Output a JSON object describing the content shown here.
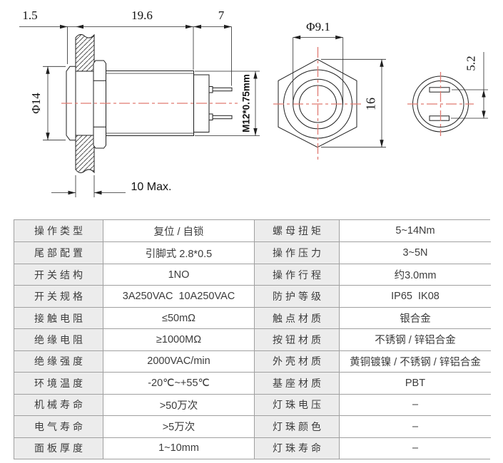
{
  "drawing": {
    "side_view": {
      "front_protrusion": "1.5",
      "body_length": "19.6",
      "pin_length": "7",
      "head_diameter": "Φ14",
      "thread_spec": "M12*0.75mm",
      "panel_thickness": "10 Max."
    },
    "front_view": {
      "button_diameter": "Φ9.1",
      "hex_width": "16"
    },
    "rear_view": {
      "pin_pitch": "5.2"
    },
    "colors": {
      "line": "#1f1f1f",
      "centerline_red": "#e07a72"
    }
  },
  "spec_table": {
    "border_color": "#a0a0a0",
    "label_bg": "#ececec",
    "rows": [
      {
        "c0": "操作类型",
        "c1": "复位 / 自锁",
        "c2": "螺母扭矩",
        "c3": "5~14Nm"
      },
      {
        "c0": "尾部配置",
        "c1": "引脚式 2.8*0.5",
        "c2": "操作压力",
        "c3": "3~5N"
      },
      {
        "c0": "开关结构",
        "c1": "1NO",
        "c2": "操作行程",
        "c3": "约3.0mm"
      },
      {
        "c0": "开关规格",
        "c1": "3A250VAC  10A250VAC",
        "c2": "防护等级",
        "c3": "IP65  IK08"
      },
      {
        "c0": "接触电阻",
        "c1": "≤50mΩ",
        "c2": "触点材质",
        "c3": "银合金"
      },
      {
        "c0": "绝缘电阻",
        "c1": "≥1000MΩ",
        "c2": "按钮材质",
        "c3": "不锈钢 / 锌铝合金"
      },
      {
        "c0": "绝缘强度",
        "c1": "2000VAC/min",
        "c2": "外壳材质",
        "c3": "黄铜镀镍 / 不锈钢 / 锌铝合金"
      },
      {
        "c0": "环境温度",
        "c1": "-20℃~+55℃",
        "c2": "基座材质",
        "c3": "PBT"
      },
      {
        "c0": "机械寿命",
        "c1": ">50万次",
        "c2": "灯珠电压",
        "c3": "–"
      },
      {
        "c0": "电气寿命",
        "c1": ">5万次",
        "c2": "灯珠颜色",
        "c3": "–"
      },
      {
        "c0": "面板厚度",
        "c1": "1~10mm",
        "c2": "灯珠寿命",
        "c3": "–"
      }
    ]
  }
}
